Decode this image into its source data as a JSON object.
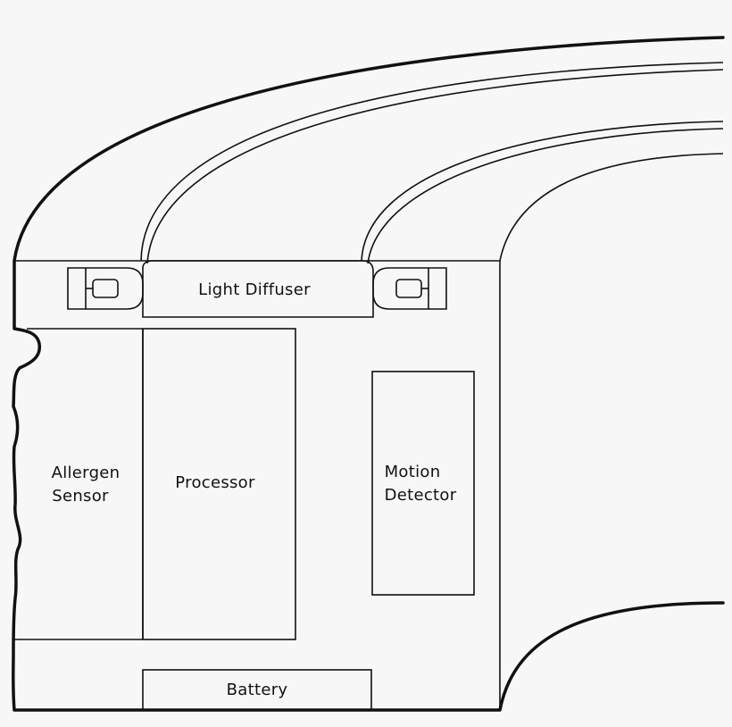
{
  "diagram": {
    "labels": {
      "light_diffuser": "Light Diffuser",
      "allergen_sensor_line1": "Allergen",
      "allergen_sensor_line2": "Sensor",
      "processor": "Processor",
      "motion_detector_line1": "Motion",
      "motion_detector_line2": "Detector",
      "battery": "Battery"
    },
    "colors": {
      "background": "#f7f7f7",
      "stroke": "#111111"
    }
  }
}
